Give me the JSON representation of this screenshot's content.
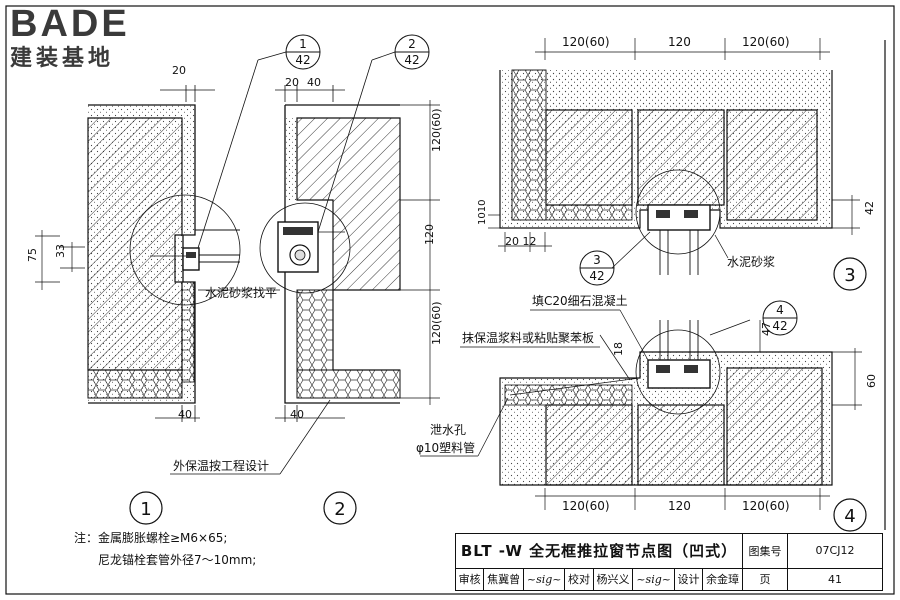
{
  "logo": {
    "brand": "BADE",
    "subtitle": "建装基地"
  },
  "dims": {
    "d20": "20",
    "d20b": "20",
    "d40": "40",
    "d120_60": "120(60)",
    "d120": "120",
    "d75": "75",
    "d33": "33",
    "d40bot": "40",
    "d1010": "1010",
    "d20_12": "20 12",
    "d42": "42",
    "d47": "47",
    "d60": "60",
    "d18": "18"
  },
  "callouts": [
    {
      "num": "1",
      "ref": "42"
    },
    {
      "num": "2",
      "ref": "42"
    },
    {
      "num": "3",
      "ref": "42"
    },
    {
      "num": "4",
      "ref": "42"
    }
  ],
  "detail_ids": [
    "1",
    "2",
    "3",
    "4"
  ],
  "labels": {
    "cement_mortar_level": "水泥砂浆找平",
    "external_insulation": "外保温按工程设计",
    "cement_mortar": "水泥砂浆",
    "fill_c20": "填C20细石混凝土",
    "plaster_insulation": "抹保温浆料或粘贴聚苯板",
    "drain_hole": "泄水孔",
    "pipe": "φ10塑料管"
  },
  "note": {
    "line1": "注：金属膨胀螺栓≥M6×65;",
    "line2": "尼龙锚栓套管外径7～10mm;"
  },
  "title_block": {
    "title": "BLT -W 全无框推拉窗节点图（凹式）",
    "atlas_label": "图集号",
    "atlas_no": "07CJ12",
    "review_label": "审核",
    "reviewer": "焦冀曾",
    "check_label": "校对",
    "checker": "杨兴义",
    "design_label": "设计",
    "designer": "余金璋",
    "page_label": "页",
    "page_no": "41"
  }
}
